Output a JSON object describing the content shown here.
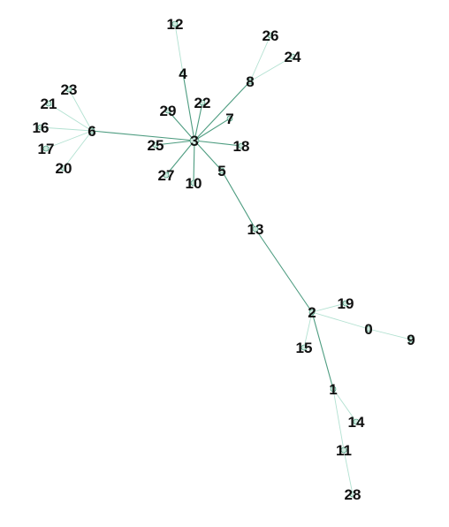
{
  "graph": {
    "nodes": [
      "0",
      "1",
      "2",
      "3",
      "4",
      "5",
      "6",
      "7",
      "8",
      "9",
      "10",
      "11",
      "12",
      "13",
      "14",
      "15",
      "16",
      "17",
      "18",
      "19",
      "20",
      "21",
      "22",
      "23",
      "24",
      "25",
      "26",
      "27",
      "28",
      "29"
    ],
    "edges": [
      [
        "3",
        "4"
      ],
      [
        "4",
        "12"
      ],
      [
        "3",
        "8"
      ],
      [
        "8",
        "26"
      ],
      [
        "8",
        "24"
      ],
      [
        "3",
        "29"
      ],
      [
        "3",
        "22"
      ],
      [
        "3",
        "7"
      ],
      [
        "3",
        "18"
      ],
      [
        "3",
        "5"
      ],
      [
        "3",
        "10"
      ],
      [
        "3",
        "27"
      ],
      [
        "3",
        "25"
      ],
      [
        "3",
        "6"
      ],
      [
        "6",
        "23"
      ],
      [
        "6",
        "21"
      ],
      [
        "6",
        "16"
      ],
      [
        "6",
        "17"
      ],
      [
        "6",
        "20"
      ],
      [
        "5",
        "13"
      ],
      [
        "13",
        "2"
      ],
      [
        "2",
        "19"
      ],
      [
        "2",
        "0"
      ],
      [
        "0",
        "9"
      ],
      [
        "2",
        "15"
      ],
      [
        "2",
        "1"
      ],
      [
        "1",
        "14"
      ],
      [
        "1",
        "11"
      ],
      [
        "11",
        "28"
      ]
    ]
  },
  "colors": {
    "edge_strong": "#2e8b6a",
    "edge_light": "#9fd9c5",
    "node_fill": "#cfe9df",
    "node_stroke": "#2e8b6a",
    "label": "#111111"
  }
}
